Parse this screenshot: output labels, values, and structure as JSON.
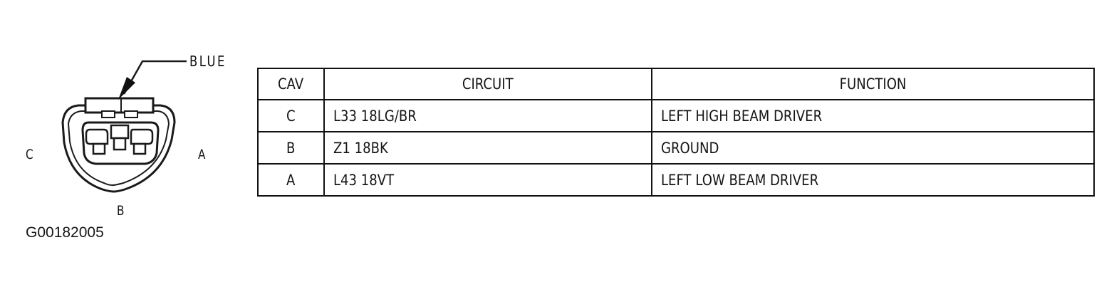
{
  "connector": {
    "color_label": "BLUE",
    "pin_labels": {
      "left": "C",
      "right": "A",
      "bottom": "B"
    },
    "figure_id": "G00182005"
  },
  "table": {
    "headers": {
      "cav": "CAV",
      "circuit": "CIRCUIT",
      "function": "FUNCTION"
    },
    "rows": [
      {
        "cav": "C",
        "circuit": "L33 18LG/BR",
        "function": "LEFT HIGH BEAM DRIVER"
      },
      {
        "cav": "B",
        "circuit": "Z1 18BK",
        "function": "GROUND"
      },
      {
        "cav": "A",
        "circuit": "L43 18VT",
        "function": "LEFT LOW BEAM DRIVER"
      }
    ]
  }
}
